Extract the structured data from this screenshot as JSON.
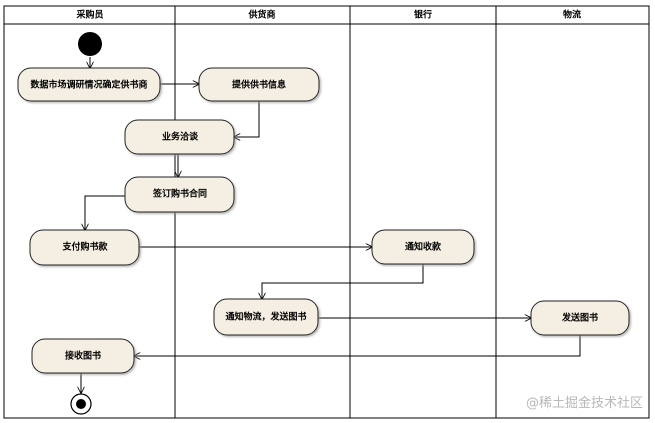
{
  "lanes": [
    {
      "title": "采购员"
    },
    {
      "title": "供货商"
    },
    {
      "title": "银行"
    },
    {
      "title": "物流"
    }
  ],
  "activities": {
    "research": "数据市场调研情况确定供书商",
    "provide_info": "提供供书信息",
    "negotiate": "业务洽谈",
    "sign_contract": "签订购书合同",
    "pay": "支付购书款",
    "notify_payment": "通知收款",
    "notify_logistics": "通知物流，发送图书",
    "send_books": "发送图书",
    "receive_books": "接收图书"
  },
  "watermark": "@稀土掘金技术社区"
}
